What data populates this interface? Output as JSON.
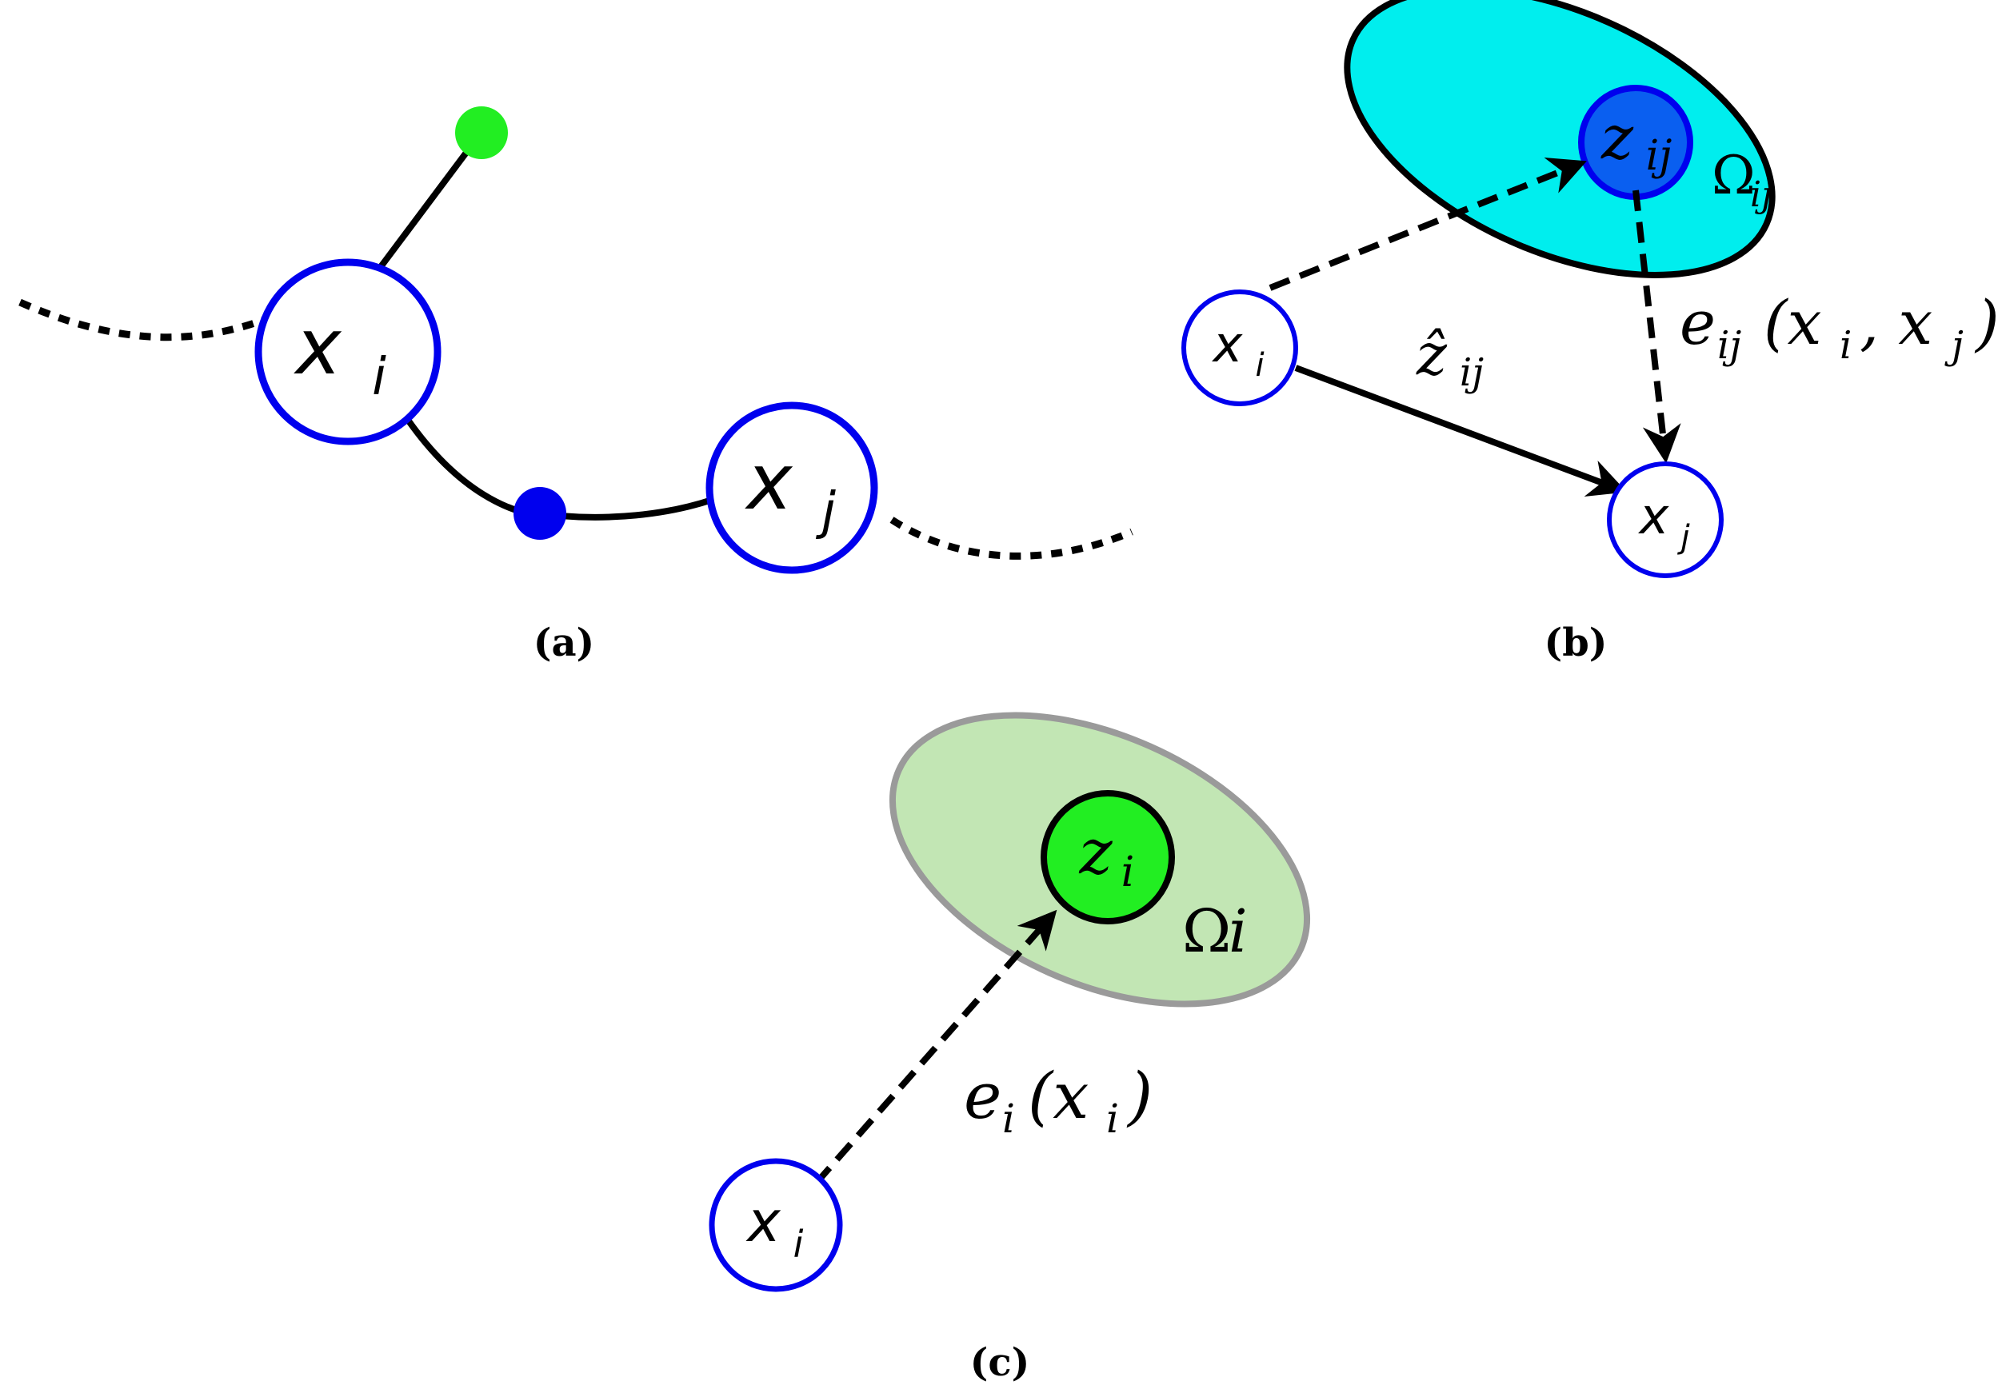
{
  "panel_a": {
    "caption": "(a)",
    "node_i": {
      "base": "x",
      "sub": "i"
    },
    "node_j": {
      "base": "x",
      "sub": "j"
    },
    "colors": {
      "node_stroke": "#0000ee",
      "landmark": "#22ee22",
      "factor": "#0000ee",
      "edge": "#000000"
    }
  },
  "panel_b": {
    "caption": "(b)",
    "node_i": {
      "base": "x",
      "sub": "i"
    },
    "node_j": {
      "base": "x",
      "sub": "j"
    },
    "measurement": {
      "base": "z",
      "sub": "ij"
    },
    "information": {
      "base": "Ω",
      "sub": "ij"
    },
    "prediction": {
      "base": "ẑ",
      "sub": "ij"
    },
    "error": {
      "base": "e",
      "sub": "ij",
      "args": "(x",
      "arg1_sub": "i",
      "sep": ", x",
      "arg2_sub": "j",
      "close": ")"
    },
    "colors": {
      "ellipse_fill": "#00eeee",
      "measurement_fill": "#0a5ff0",
      "node_stroke": "#0000ee"
    }
  },
  "panel_c": {
    "caption": "(c)",
    "node_i": {
      "base": "x",
      "sub": "i"
    },
    "measurement": {
      "base": "z",
      "sub": "i"
    },
    "information": {
      "base": "Ω",
      "sub": "i"
    },
    "error": {
      "base": "e",
      "sub": "i",
      "args": "(x",
      "arg_sub": "i",
      "close": ")"
    },
    "colors": {
      "ellipse_fill": "#c2e6b4",
      "ellipse_stroke": "#9a9a9a",
      "measurement_fill": "#22ee22",
      "node_stroke": "#0000ee"
    }
  }
}
